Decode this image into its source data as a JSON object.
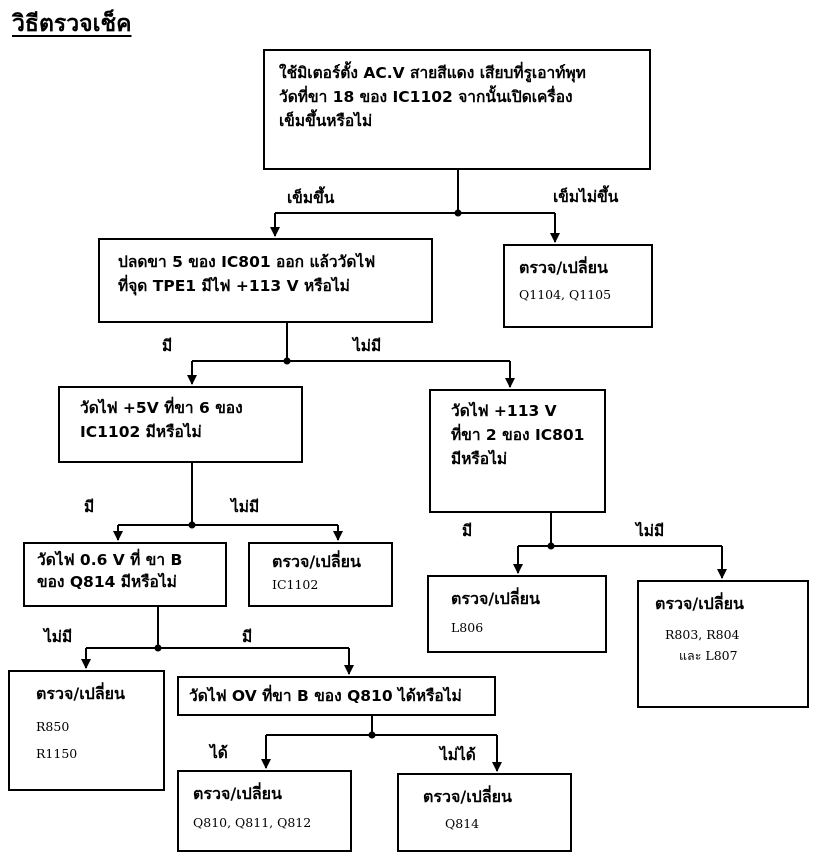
{
  "title": "วิธีตรวจเช็ค",
  "nodes": {
    "start": [
      "ใช้มิเตอร์ตั้ง AC.V สายสีแดง เสียบที่รูเอาท์พุท",
      "วัดที่ขา 18 ของ IC1102 จากนั้นเปิดเครื่อง",
      "เข็มขึ้นหรือไม่"
    ],
    "unplug_ic801": [
      "ปลดขา 5 ของ IC801 ออก แล้ววัดไฟ",
      "ที่จุด TPE1 มีไฟ +113 V หรือไม่"
    ],
    "check_q1104": {
      "action": "ตรวจ/เปลี่ยน",
      "parts": "Q1104, Q1105"
    },
    "measure_5v": [
      "วัดไฟ +5V ที่ขา 6 ของ",
      "IC1102 มีหรือไม่"
    ],
    "measure_113v_pin2": [
      "วัดไฟ +113 V",
      "ที่ขา 2 ของ IC801",
      "มีหรือไม่"
    ],
    "measure_q814": [
      "วัดไฟ 0.6 V ที่ ขา B",
      "ของ Q814 มีหรือไม่"
    ],
    "check_ic1102": {
      "action": "ตรวจ/เปลี่ยน",
      "parts": "IC1102"
    },
    "check_l806": {
      "action": "ตรวจ/เปลี่ยน",
      "parts": "L806"
    },
    "check_r803": {
      "action": "ตรวจ/เปลี่ยน",
      "parts": "R803, R804",
      "parts2": "และ L807"
    },
    "check_r850": {
      "action": "ตรวจ/เปลี่ยน",
      "parts": "R850",
      "parts2": "R1150"
    },
    "measure_q810": [
      "วัดไฟ OV ที่ขา B ของ Q810 ได้หรือไม่"
    ],
    "check_q810": {
      "action": "ตรวจ/เปลี่ยน",
      "parts": "Q810, Q811, Q812"
    },
    "check_q814": {
      "action": "ตรวจ/เปลี่ยน",
      "parts": "Q814"
    }
  },
  "edge_labels": {
    "needle_up": "เข็มขึ้น",
    "needle_not_up": "เข็มไม่ขึ้น",
    "has_1": "มี",
    "has_not_1": "ไม่มี",
    "has_2": "มี",
    "has_not_2": "ไม่มี",
    "has_3": "มี",
    "has_not_3": "ไม่มี",
    "has_not_4": "ไม่มี",
    "has_4": "มี",
    "yes": "ได้",
    "no": "ไม่ได้"
  }
}
